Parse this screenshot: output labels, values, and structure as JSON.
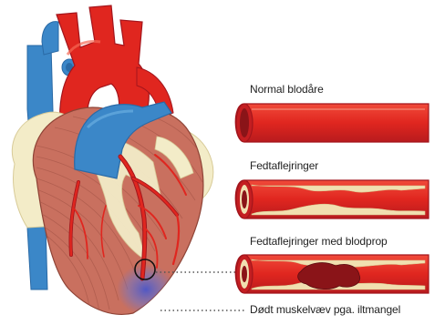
{
  "labels": {
    "normal": "Normal blodåre",
    "plaque": "Fedtaflejringer",
    "clot": "Fedtaflejringer med blodprop",
    "dead": "Dødt muskelvæv pga. iltmangel"
  },
  "colors": {
    "artery_red": "#e0261f",
    "artery_dark": "#a3151c",
    "vein_blue": "#3b87c8",
    "vein_dark": "#2a6aa6",
    "muscle": "#c9705f",
    "muscle_dark": "#9c4a3c",
    "fat": "#f3ecc8",
    "fat_dark": "#d8cb98",
    "plaque": "#f1dfb0",
    "clot": "#8a1418",
    "ischemia": "#6f74c6",
    "text": "#222222"
  }
}
